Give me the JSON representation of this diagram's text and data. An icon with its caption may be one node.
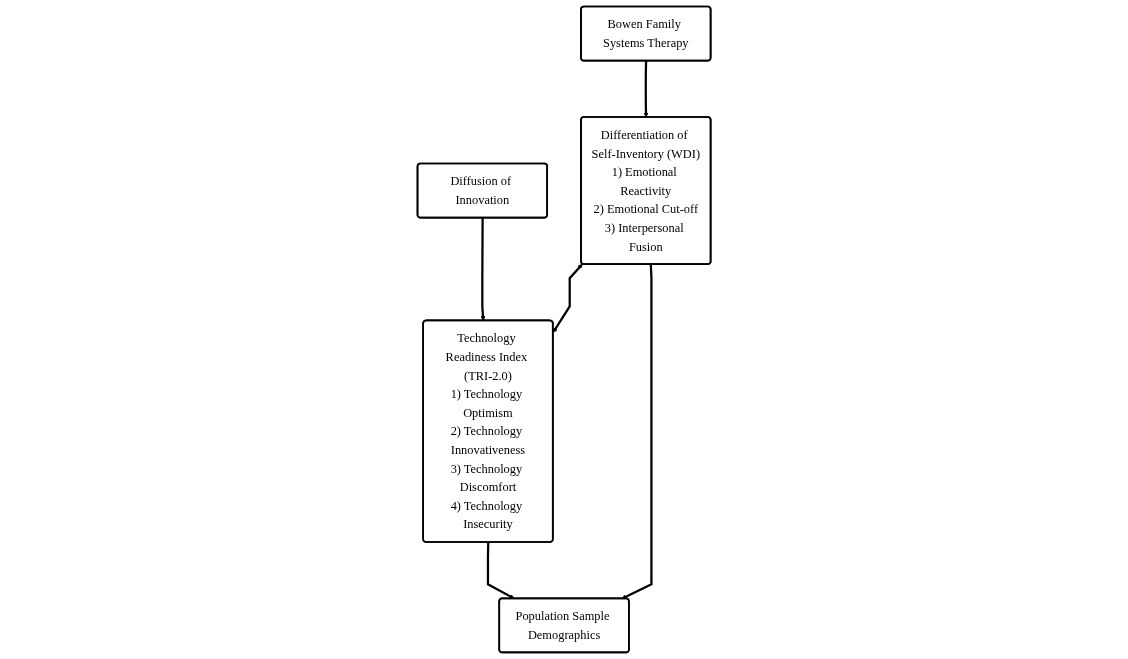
{
  "diagram": {
    "nodes": [
      {
        "text": [
          "Bowen Family Systems Therapy"
        ]
      },
      {
        "text": [
          "Diffusion of Innovation"
        ]
      },
      {
        "text": [
          "Differentiation of Self-Inventory (WDI)",
          "1) Emotional Reactivity",
          "2) Emotional Cut-off",
          "3) Interpersonal Fusion"
        ]
      },
      {
        "text": [
          "Technology Readiness Index (TRI-2.0)",
          "1) Technology Optimism",
          "2) Technology Innovativeness",
          "3) Technology Discomfort",
          "4) Technology Insecurity"
        ]
      },
      {
        "text": [
          "Population Sample Demographics"
        ]
      }
    ],
    "edges": [
      {
        "from": 0,
        "to": 2,
        "arrow": "to"
      },
      {
        "from": 1,
        "to": 3,
        "arrow": "to"
      },
      {
        "from": 2,
        "to": 3,
        "arrow": "both"
      },
      {
        "from": 2,
        "to": 4,
        "arrow": "to"
      },
      {
        "from": 3,
        "to": 4,
        "arrow": "to"
      }
    ]
  }
}
